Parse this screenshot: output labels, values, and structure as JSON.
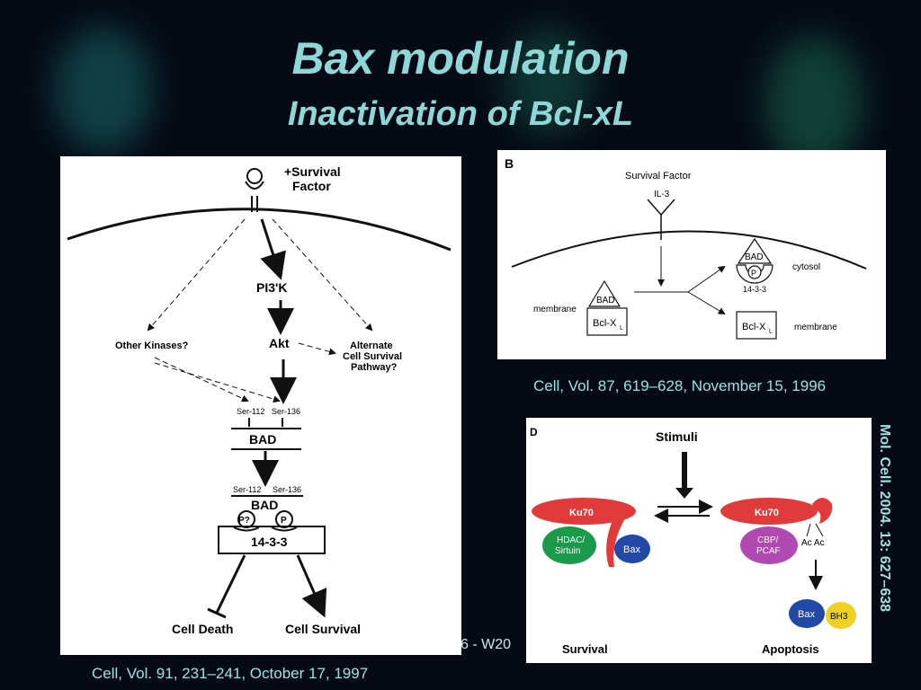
{
  "title": "Bax modulation",
  "subtitle": "Inactivation of Bcl-xL",
  "colors": {
    "title": "#8fd7d7",
    "caption": "#9fe0e0",
    "ku70": "#e03a3a",
    "hdac": "#1a9a4a",
    "bax": "#2248a8",
    "cbp": "#b04ab0",
    "bh3": "#f0d020"
  },
  "panel_left": {
    "receptor_label_1": "+Survival",
    "receptor_label_2": "Factor",
    "pi3k": "PI3'K",
    "akt": "Akt",
    "other_kinases": "Other Kinases?",
    "alternate_1": "Alternate",
    "alternate_2": "Cell Survival",
    "alternate_3": "Pathway?",
    "ser112": "Ser-112",
    "ser136": "Ser-136",
    "bad": "BAD",
    "p_q": "P?",
    "p": "P",
    "protein_1433": "14-3-3",
    "cell_death": "Cell Death",
    "cell_survival": "Cell Survival",
    "caption": "Cell, Vol. 91, 231–241, October 17, 1997"
  },
  "panel_b": {
    "letter": "B",
    "survival_factor": "Survival Factor",
    "il3": "IL-3",
    "bad": "BAD",
    "bclx": "Bcl-X",
    "bclx_sub": "L",
    "membrane": "membrane",
    "cytosol": "cytosol",
    "p": "P",
    "protein_1433": "14-3-3",
    "caption": "Cell, Vol. 87, 619–628, November 15, 1996"
  },
  "panel_d": {
    "letter": "D",
    "stimuli": "Stimuli",
    "ku70": "Ku70",
    "hdac_1": "HDAC/",
    "hdac_2": "Sirtuin",
    "bax": "Bax",
    "cbp_1": "CBP/",
    "cbp_2": "PCAF",
    "ac": "Ac Ac",
    "bh3": "BH3",
    "survival": "Survival",
    "apoptosis": "Apoptosis",
    "caption": "Mol. Cell. 2004. 13: 627–638"
  },
  "footer_fragment": "6 - W20"
}
